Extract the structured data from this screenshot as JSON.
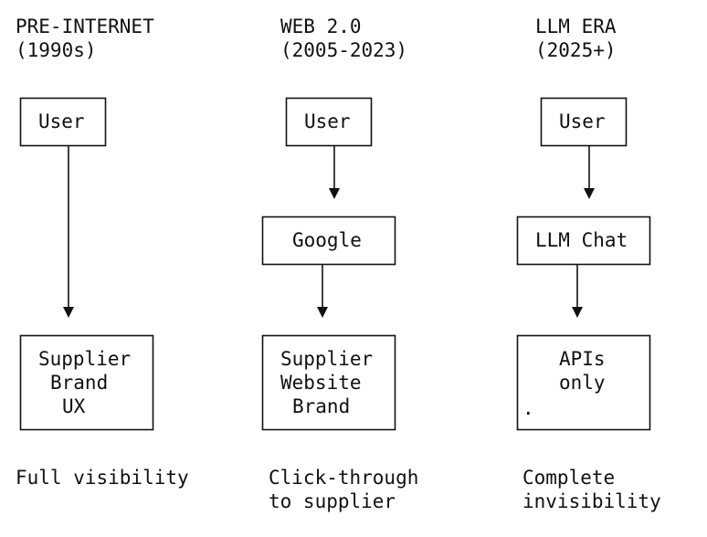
{
  "columns": [
    {
      "title": [
        "PRE-INTERNET",
        "(1990s)"
      ],
      "nodes": [
        {
          "lines": [
            "User"
          ]
        },
        {
          "lines": [
            "Supplier",
            "Brand",
            "UX"
          ]
        }
      ],
      "caption": [
        "Full visibility"
      ]
    },
    {
      "title": [
        "WEB 2.0",
        "(2005-2023)"
      ],
      "nodes": [
        {
          "lines": [
            "User"
          ]
        },
        {
          "lines": [
            "Google"
          ]
        },
        {
          "lines": [
            "Supplier",
            "Website",
            "Brand"
          ]
        }
      ],
      "caption": [
        "Click-through",
        "to supplier"
      ]
    },
    {
      "title": [
        "LLM ERA",
        "(2025+)"
      ],
      "nodes": [
        {
          "lines": [
            "User"
          ]
        },
        {
          "lines": [
            "LLM Chat"
          ]
        },
        {
          "lines": [
            "APIs",
            "only",
            "."
          ]
        }
      ],
      "caption": [
        "Complete",
        "invisibility"
      ]
    }
  ]
}
